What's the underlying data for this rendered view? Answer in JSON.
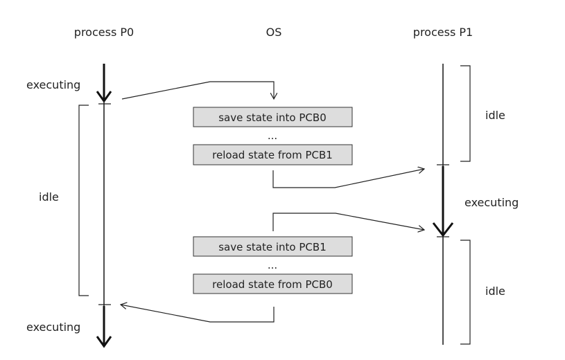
{
  "headers": {
    "p0": "process P0",
    "os": "OS",
    "p1": "process P1"
  },
  "p0": {
    "executing_top": "executing",
    "idle": "idle",
    "executing_bottom": "executing"
  },
  "p1": {
    "idle_top": "idle",
    "executing": "executing",
    "idle_bottom": "idle"
  },
  "os": {
    "block1": {
      "save": "save state into PCB0",
      "ellipsis": "...",
      "reload": "reload state from PCB1"
    },
    "block2": {
      "save": "save state into PCB1",
      "ellipsis": "...",
      "reload": "reload state from PCB0"
    }
  },
  "colors": {
    "box_fill": "#dddddd",
    "line": "#111111"
  }
}
